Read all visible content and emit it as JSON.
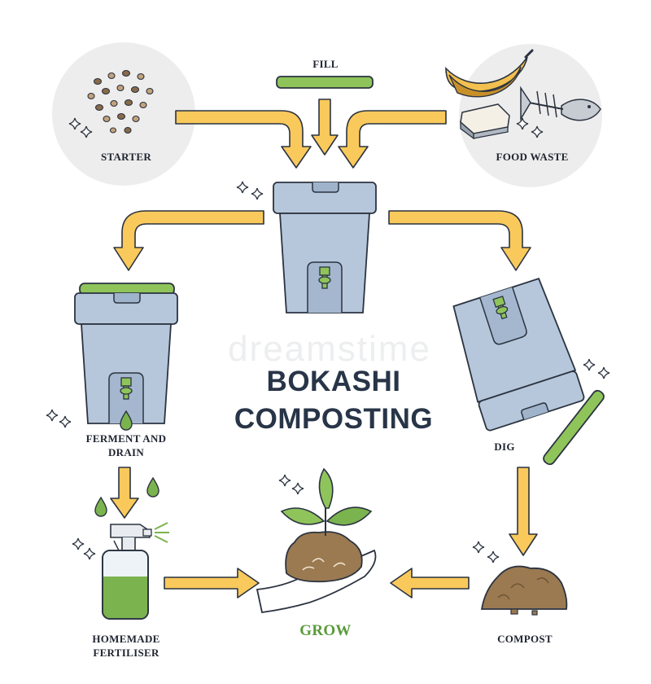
{
  "title_line1": "BOKASHI",
  "title_line2": "COMPOSTING",
  "watermark": "dreamstime",
  "labels": {
    "fill": "FILL",
    "starter": "STARTER",
    "food_waste": "FOOD WASTE",
    "ferment_line1": "FERMENT AND",
    "ferment_line2": "DRAIN",
    "dig": "DIG",
    "homemade_line1": "HOMEMADE",
    "homemade_line2": "FERTILISER",
    "grow": "GROW",
    "compost": "COMPOST"
  },
  "colors": {
    "arrow": "#f9c95c",
    "outline": "#2b3340",
    "bin": "#b6c7db",
    "lid": "#8fc45b",
    "soil": "#9b7a52",
    "leaf": "#7bb34e",
    "circle_bg": "#ededed",
    "title": "#283548",
    "grow_label": "#5a9a3a"
  },
  "icons": [
    "starter-granules-icon",
    "food-waste-icon",
    "lid-icon",
    "bokashi-bin-icon",
    "tap-icon",
    "drip-icon",
    "spray-bottle-icon",
    "seedling-in-hand-icon",
    "compost-pile-icon",
    "sparkle-icon"
  ]
}
